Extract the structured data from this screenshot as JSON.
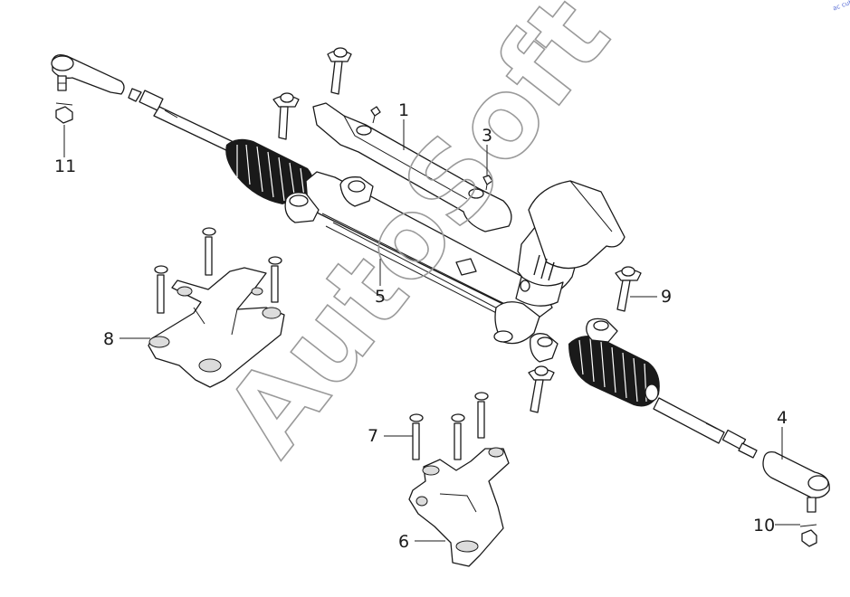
{
  "watermark": "AutoSoft",
  "corner_mark": "ac cuts",
  "callouts": [
    {
      "id": "1",
      "label": "1"
    },
    {
      "id": "3",
      "label": "3"
    },
    {
      "id": "4",
      "label": "4"
    },
    {
      "id": "5",
      "label": "5"
    },
    {
      "id": "6",
      "label": "6"
    },
    {
      "id": "7",
      "label": "7"
    },
    {
      "id": "8",
      "label": "8"
    },
    {
      "id": "9",
      "label": "9"
    },
    {
      "id": "10",
      "label": "10"
    },
    {
      "id": "11",
      "label": "11"
    }
  ],
  "colors": {
    "ink": "#1a1a1a",
    "watermark": "#9a9a9a",
    "background": "#ffffff"
  }
}
